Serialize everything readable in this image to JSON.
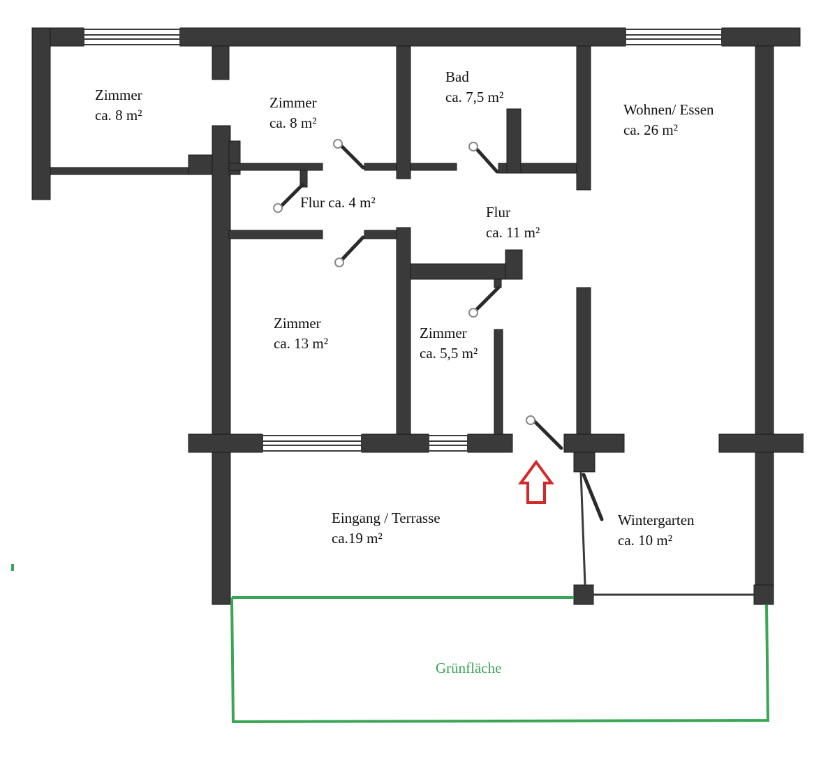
{
  "rooms": [
    {
      "id": "zimmer-1",
      "name": "Zimmer",
      "area": "ca. 8 m²"
    },
    {
      "id": "zimmer-2",
      "name": "Zimmer",
      "area": "ca. 8 m²"
    },
    {
      "id": "bad",
      "name": "Bad",
      "area": "ca. 7,5 m²"
    },
    {
      "id": "wohnen-essen",
      "name": "Wohnen/ Essen",
      "area": "ca. 26 m²"
    },
    {
      "id": "flur-small",
      "name": "Flur ca. 4 m²"
    },
    {
      "id": "flur-large",
      "name": "Flur",
      "area": "ca. 11 m²"
    },
    {
      "id": "zimmer-3",
      "name": "Zimmer",
      "area": "ca. 13 m²"
    },
    {
      "id": "zimmer-4",
      "name": "Zimmer",
      "area": "ca. 5,5 m²"
    },
    {
      "id": "eingang",
      "name": "Eingang / Terrasse",
      "area": "ca.19 m²"
    },
    {
      "id": "wintergarten",
      "name": "Wintergarten",
      "area": "ca. 10 m²"
    }
  ],
  "green_area": {
    "label": "Grünfläche"
  },
  "colors": {
    "wall": "#3a3a3a",
    "green": "#3aa655",
    "entrance_arrow": "#d62828",
    "text": "#111111"
  }
}
